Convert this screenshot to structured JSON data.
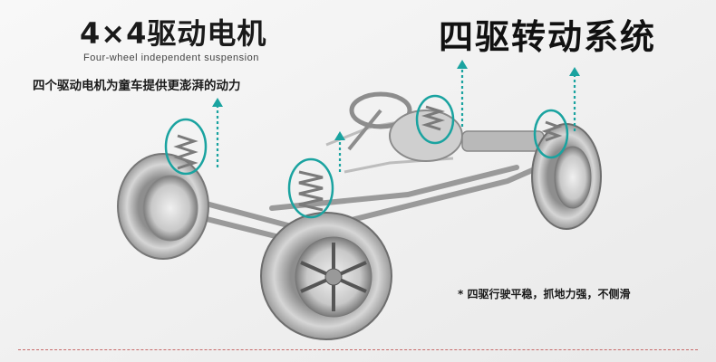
{
  "header": {
    "motor_title": "4×4驱动电机",
    "subtitle": "Four-wheel independent suspension",
    "system_title": "四驱转动系统"
  },
  "caption": "四个驱动电机为童车提供更澎湃的动力",
  "note": "* 四驱行驶平稳，抓地力强，不侧滑",
  "colors": {
    "highlight": "#1aa3a0",
    "text": "#1a1a1a",
    "divider": "#c86a6a"
  }
}
